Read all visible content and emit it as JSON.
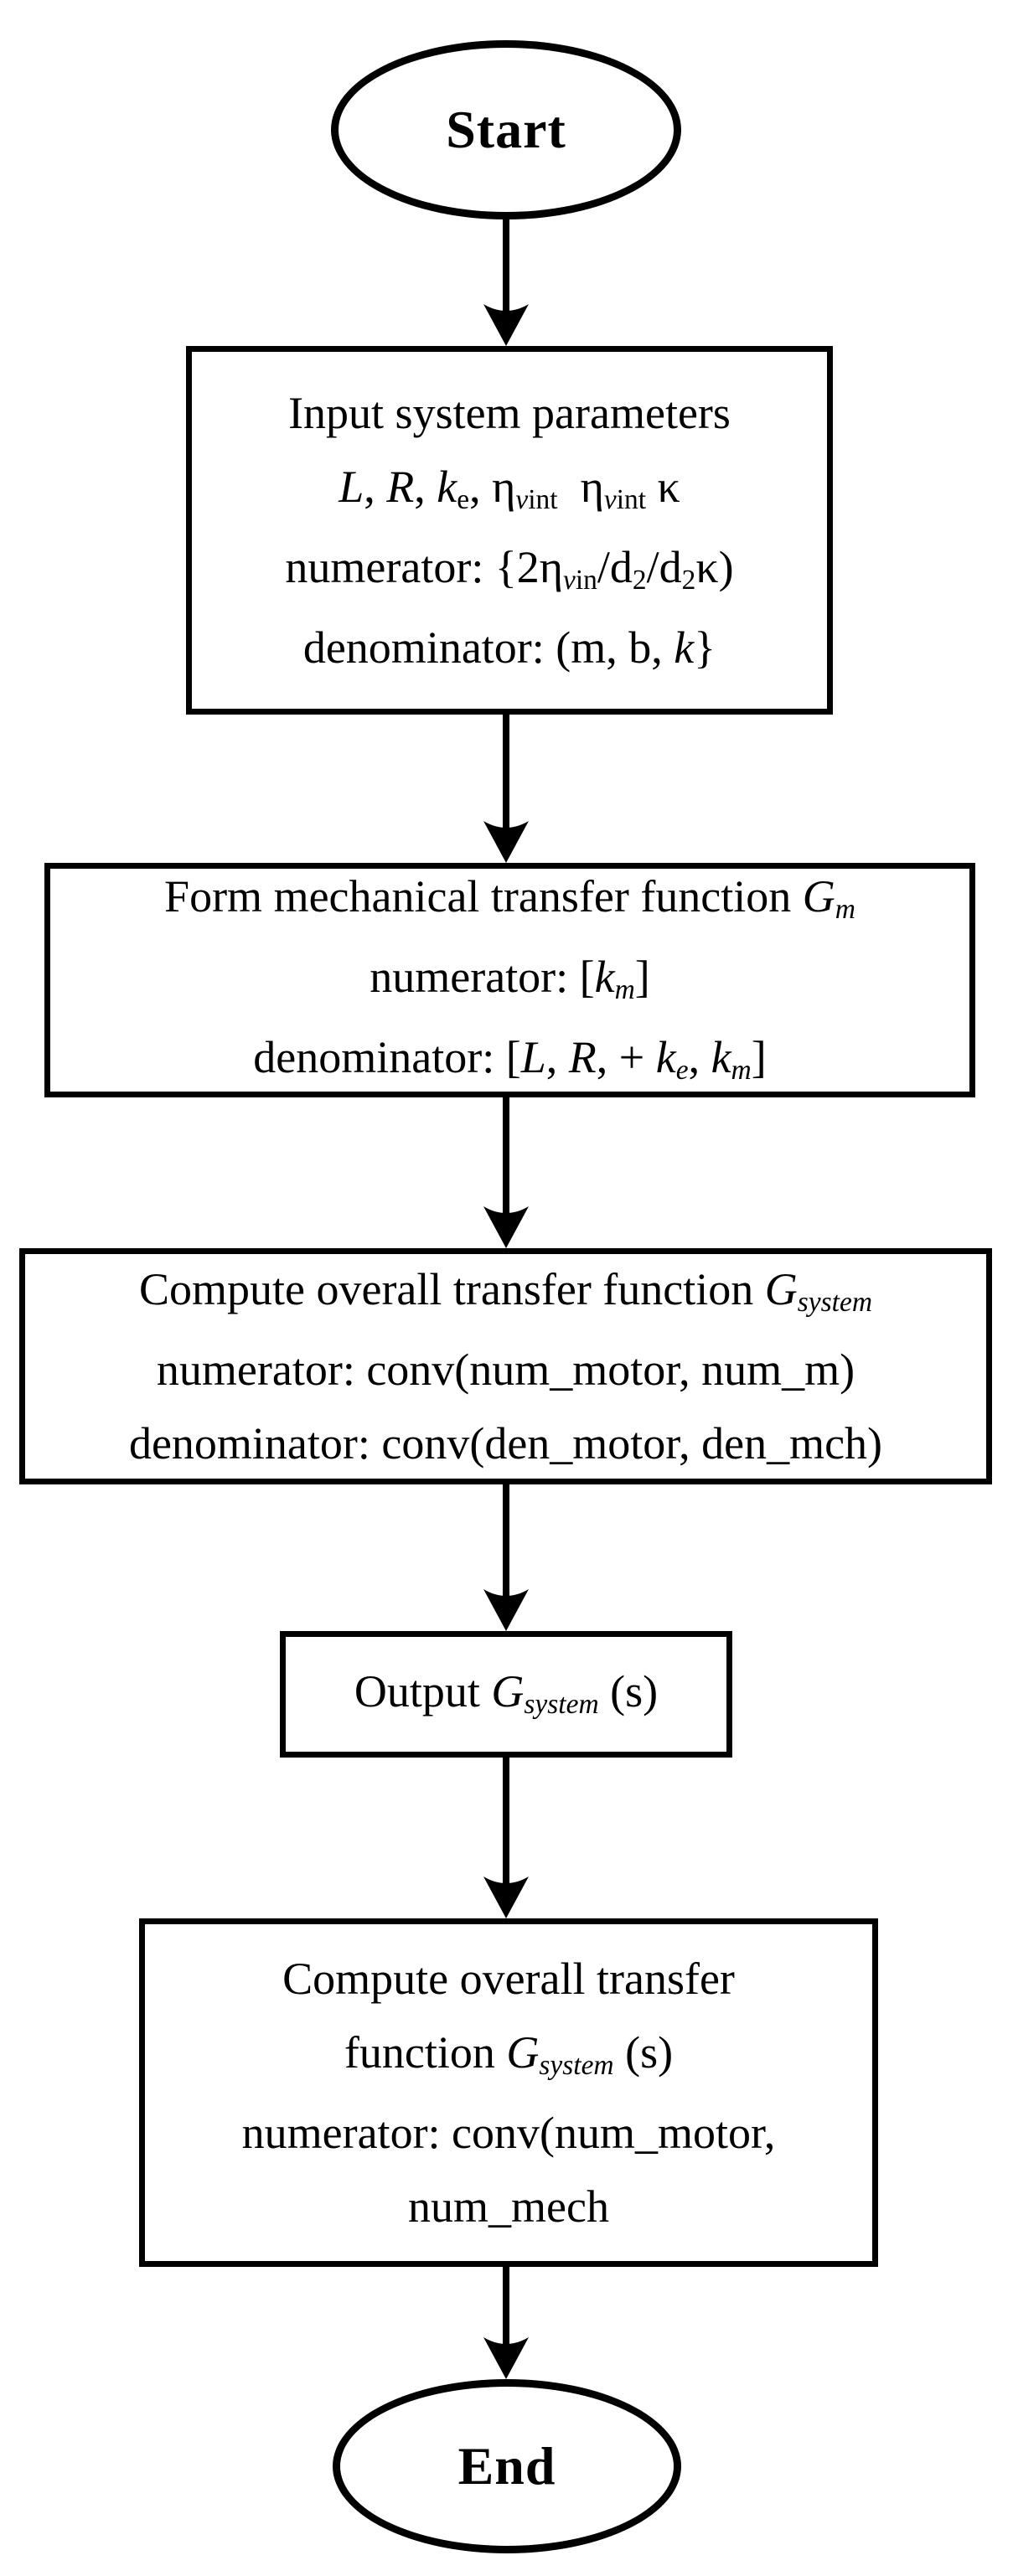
{
  "diagram": {
    "title": "Transfer function computation flowchart",
    "background_color": "#ffffff",
    "stroke_color": "#000000",
    "nodes": {
      "start": {
        "type": "terminator",
        "label": "Start"
      },
      "input_params": {
        "type": "process",
        "lines": [
          [
            {
              "t": "Input system parameters"
            }
          ],
          [
            {
              "t": "L",
              "s": "i"
            },
            {
              "t": ", "
            },
            {
              "t": "R",
              "s": "i"
            },
            {
              "t": ", "
            },
            {
              "t": "k",
              "s": "i"
            },
            {
              "t": "e",
              "s": "sub"
            },
            {
              "t": ", η"
            },
            {
              "t": "v",
              "s": "subi"
            },
            {
              "t": "int",
              "s": "sub"
            },
            {
              "t": "  η"
            },
            {
              "t": "v",
              "s": "subi"
            },
            {
              "t": "int",
              "s": "sub"
            },
            {
              "t": " κ"
            }
          ],
          [
            {
              "t": "numerator: {2η"
            },
            {
              "t": "v",
              "s": "subi"
            },
            {
              "t": "in",
              "s": "sub"
            },
            {
              "t": "/d"
            },
            {
              "t": "2",
              "s": "sub"
            },
            {
              "t": "/d"
            },
            {
              "t": "2",
              "s": "sub"
            },
            {
              "t": "κ)"
            }
          ],
          [
            {
              "t": "denominator: (m, b, "
            },
            {
              "t": "k",
              "s": "i"
            },
            {
              "t": "}"
            }
          ]
        ]
      },
      "form_mechanical_tf": {
        "type": "process",
        "lines": [
          [
            {
              "t": "Form mechanical transfer function "
            },
            {
              "t": "G",
              "s": "i"
            },
            {
              "t": "m",
              "s": "subi"
            }
          ],
          [
            {
              "t": "numerator: ["
            },
            {
              "t": "k",
              "s": "i"
            },
            {
              "t": "m",
              "s": "subi"
            },
            {
              "t": "]"
            }
          ],
          [
            {
              "t": "denominator: ["
            },
            {
              "t": "L",
              "s": "i"
            },
            {
              "t": ", "
            },
            {
              "t": "R",
              "s": "i"
            },
            {
              "t": ", + "
            },
            {
              "t": "k",
              "s": "i"
            },
            {
              "t": "e",
              "s": "subi"
            },
            {
              "t": ", "
            },
            {
              "t": "k",
              "s": "i"
            },
            {
              "t": "m",
              "s": "subi"
            },
            {
              "t": "]"
            }
          ]
        ]
      },
      "compute_overall_tf": {
        "type": "process",
        "lines": [
          [
            {
              "t": "Compute overall transfer function "
            },
            {
              "t": "G",
              "s": "i"
            },
            {
              "t": "system",
              "s": "subi"
            }
          ],
          [
            {
              "t": "numerator: conv(num_motor, num_m)"
            }
          ],
          [
            {
              "t": "denominator: conv(den_motor, den_mch)"
            }
          ]
        ]
      },
      "output_tf": {
        "type": "process",
        "lines": [
          [
            {
              "t": "Output "
            },
            {
              "t": "G",
              "s": "i"
            },
            {
              "t": "system",
              "s": "subi"
            },
            {
              "t": " (s)"
            }
          ]
        ]
      },
      "compute_overall_tf_2": {
        "type": "process",
        "lines": [
          [
            {
              "t": "Compute overall transfer"
            }
          ],
          [
            {
              "t": "function "
            },
            {
              "t": "G",
              "s": "i"
            },
            {
              "t": "system",
              "s": "subi"
            },
            {
              "t": " (s)"
            }
          ],
          [
            {
              "t": "numerator: conv(num_motor,"
            }
          ],
          [
            {
              "t": "num_mech"
            }
          ]
        ]
      },
      "end": {
        "type": "terminator",
        "label": "End"
      }
    },
    "edges": [
      {
        "from": "start",
        "to": "input_params"
      },
      {
        "from": "input_params",
        "to": "form_mechanical_tf"
      },
      {
        "from": "form_mechanical_tf",
        "to": "compute_overall_tf"
      },
      {
        "from": "compute_overall_tf",
        "to": "output_tf"
      },
      {
        "from": "output_tf",
        "to": "compute_overall_tf_2"
      },
      {
        "from": "compute_overall_tf_2",
        "to": "end"
      }
    ]
  }
}
